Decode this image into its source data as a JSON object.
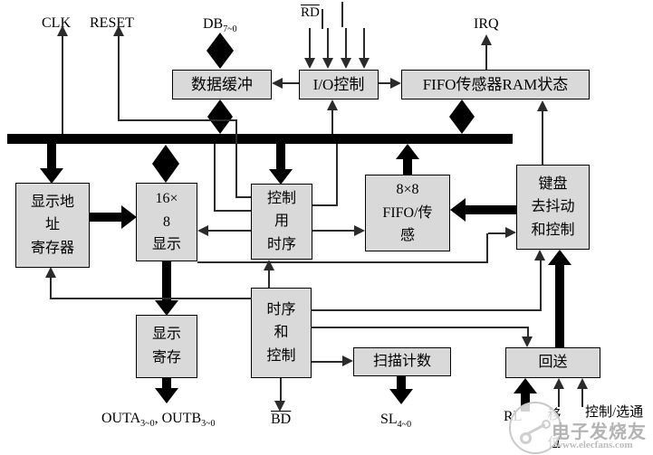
{
  "labels": {
    "clk": "CLK",
    "reset": "RESET",
    "db_main": "DB",
    "db_sub": "7~0",
    "rd": "RD",
    "irq": "IRQ",
    "outa_main": "OUTA",
    "outa_sub": "3~0",
    "outb_main": ", OUTB",
    "outb_sub": "3~0",
    "bd": "BD",
    "sl_main": "SL",
    "sl_sub": "4~0",
    "rl": "RL",
    "shift": "移\n位",
    "control_strobe": "控制/选通"
  },
  "blocks": {
    "data_buffer": "数据缓冲",
    "io_control": "I/O控制",
    "fifo_sensor_ram_status": "FIFO传感器RAM状态",
    "display_address_register": "显示地\n址\n寄存器",
    "display_ram_16x8": "16×\n8\n显示",
    "control_timing": "控制\n用\n时序",
    "fifo_sensor_8x8": "8×8\nFIFO/传\n感",
    "keyboard_debounce_control": "键盘\n去抖动\n和控制",
    "timing_and_control": "时序\n和\n控制",
    "display_register": "显示\n寄存",
    "scan_counter": "扫描计数",
    "return_buffer": "回送"
  },
  "watermark": {
    "brand": "电子发烧友",
    "site": "www.elecfans.com"
  },
  "colors": {
    "box_fill": "#d9d9d9",
    "thin_line": "#2b2b2b",
    "thick_line": "#000000"
  }
}
